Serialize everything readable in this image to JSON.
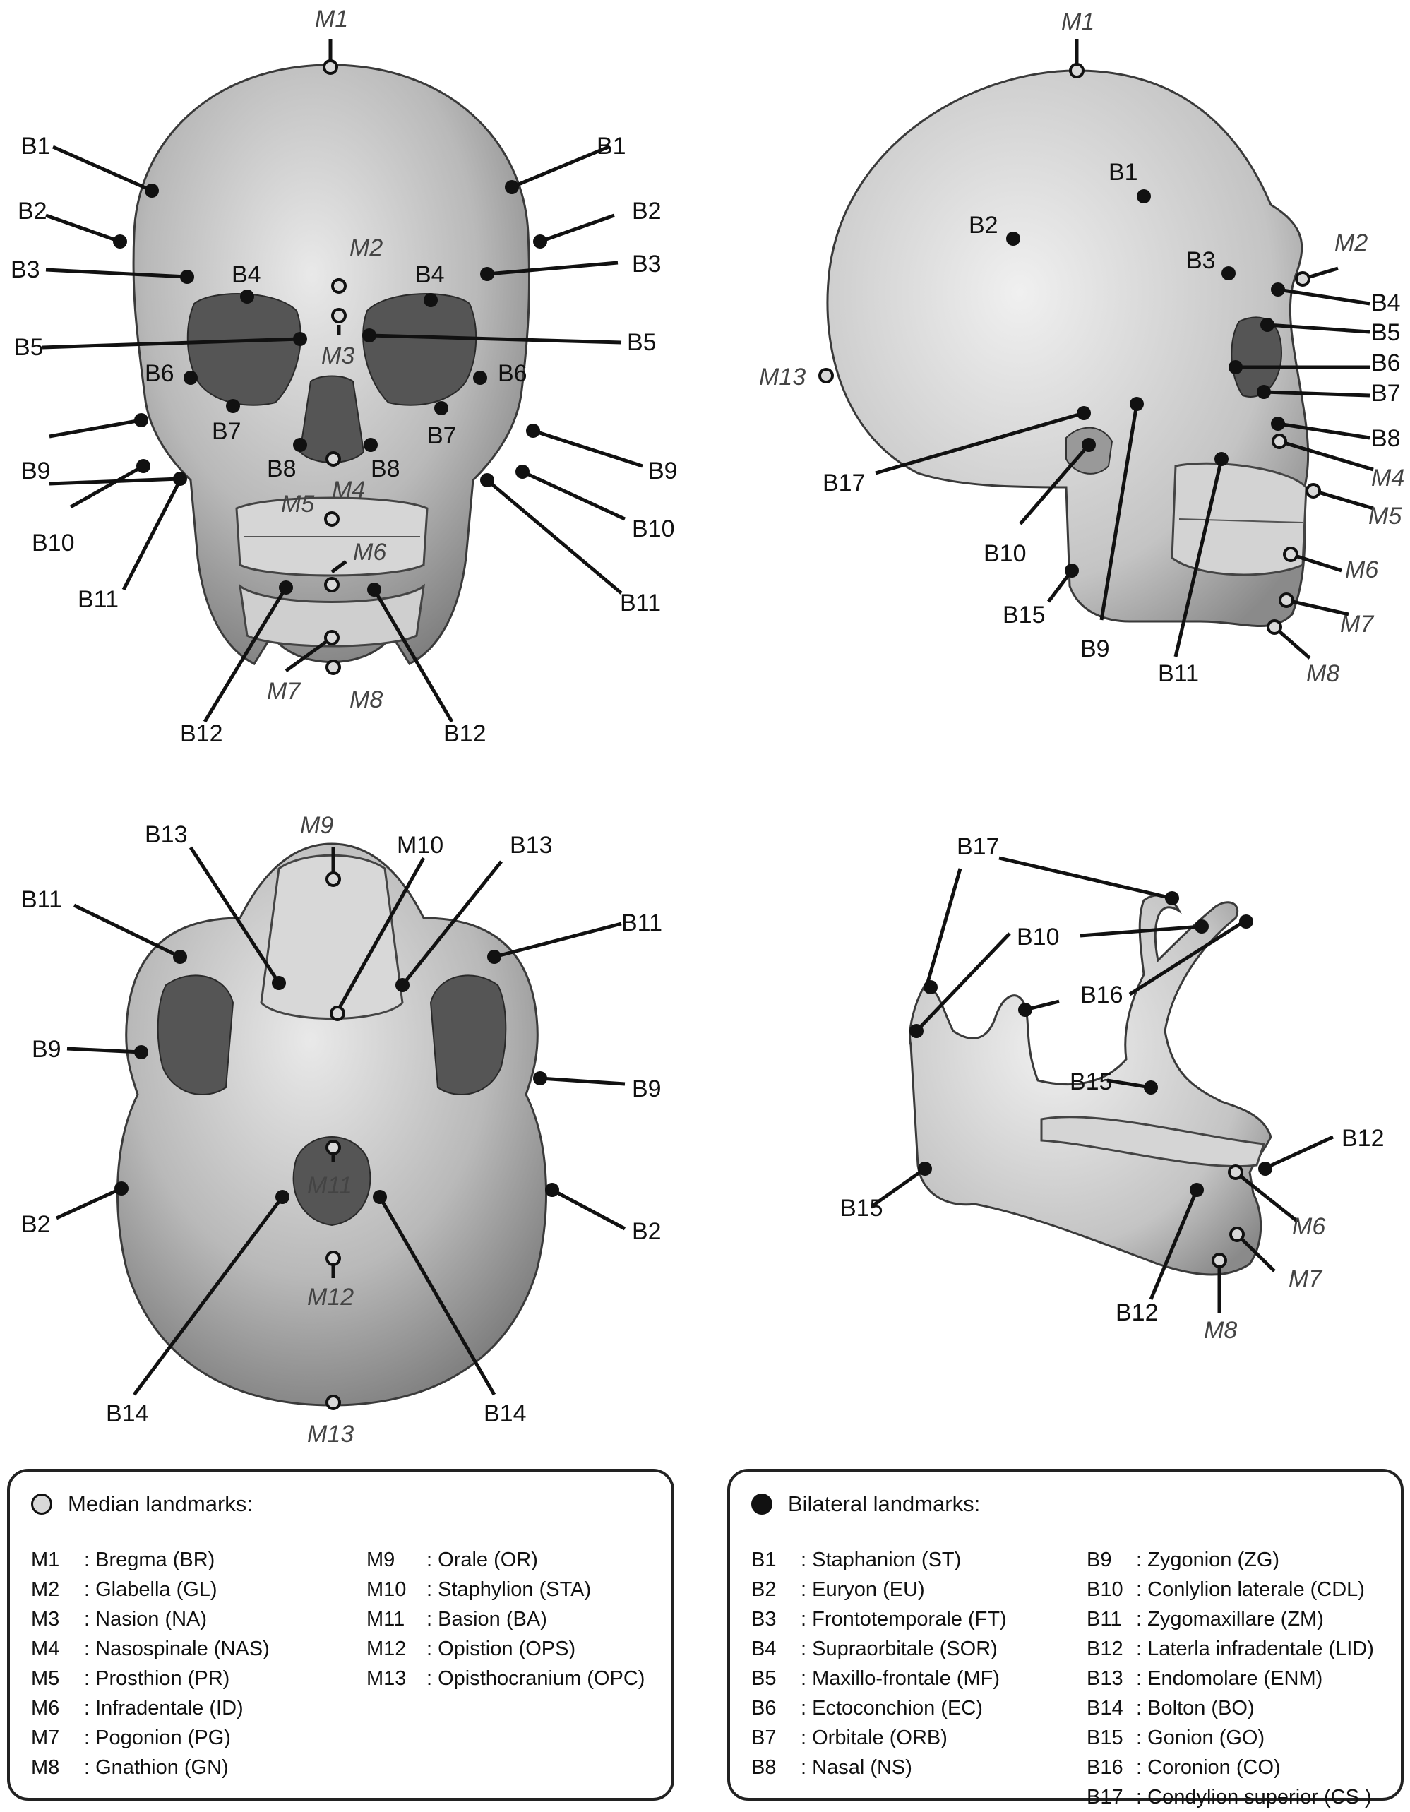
{
  "views": {
    "frontal": {
      "median": [
        {
          "id": "M1",
          "label": "M1"
        },
        {
          "id": "M2",
          "label": "M2"
        },
        {
          "id": "M3",
          "label": "M3"
        },
        {
          "id": "M4",
          "label": "M4"
        },
        {
          "id": "M5",
          "label": "M5"
        },
        {
          "id": "M6",
          "label": "M6"
        },
        {
          "id": "M7",
          "label": "M7"
        },
        {
          "id": "M8",
          "label": "M8"
        }
      ],
      "bilateral": [
        "B1",
        "B2",
        "B3",
        "B4",
        "B5",
        "B6",
        "B7",
        "B8",
        "B9",
        "B10",
        "B11",
        "B12"
      ]
    },
    "lateral": {
      "median": [
        "M1",
        "M2",
        "M4",
        "M5",
        "M6",
        "M7",
        "M8",
        "M13"
      ],
      "bilateral": [
        "B1",
        "B2",
        "B3",
        "B4",
        "B5",
        "B6",
        "B7",
        "B8",
        "B9",
        "B10",
        "B11",
        "B15",
        "B17"
      ]
    },
    "inferior": {
      "median": [
        "M9",
        "M10",
        "M11",
        "M12",
        "M13"
      ],
      "bilateral": [
        "B2",
        "B9",
        "B11",
        "B13",
        "B14"
      ]
    },
    "mandible": {
      "median": [
        "M6",
        "M7",
        "M8"
      ],
      "bilateral": [
        "B10",
        "B12",
        "B15",
        "B16",
        "B17"
      ]
    }
  },
  "legend_median": {
    "title": "Median landmarks:",
    "swatch_color": "#d9d9d9",
    "col1": [
      {
        "code": "M1",
        "name": "Bregma (BR)"
      },
      {
        "code": "M2",
        "name": "Glabella (GL)"
      },
      {
        "code": "M3",
        "name": "Nasion (NA)"
      },
      {
        "code": "M4",
        "name": "Nasospinale (NAS)"
      },
      {
        "code": "M5",
        "name": "Prosthion (PR)"
      },
      {
        "code": "M6",
        "name": "Infradentale (ID)"
      },
      {
        "code": "M7",
        "name": "Pogonion (PG)"
      },
      {
        "code": "M8",
        "name": "Gnathion (GN)"
      }
    ],
    "col2": [
      {
        "code": "M9",
        "name": "Orale (OR)"
      },
      {
        "code": "M10",
        "name": "Staphylion (STA)"
      },
      {
        "code": "M11",
        "name": "Basion (BA)"
      },
      {
        "code": "M12",
        "name": "Opistion (OPS)"
      },
      {
        "code": "M13",
        "name": "Opisthocranium (OPC)"
      }
    ]
  },
  "legend_bilateral": {
    "title": "Bilateral landmarks:",
    "swatch_color": "#111111",
    "col1": [
      {
        "code": "B1",
        "name": "Staphanion (ST)"
      },
      {
        "code": "B2",
        "name": "Euryon (EU)"
      },
      {
        "code": "B3",
        "name": "Frontotemporale (FT)"
      },
      {
        "code": "B4",
        "name": "Supraorbitale (SOR)"
      },
      {
        "code": "B5",
        "name": "Maxillo-frontale (MF)"
      },
      {
        "code": "B6",
        "name": "Ectoconchion (EC)"
      },
      {
        "code": "B7",
        "name": "Orbitale (ORB)"
      },
      {
        "code": "B8",
        "name": "Nasal (NS)"
      }
    ],
    "col2": [
      {
        "code": "B9",
        "name": "Zygonion (ZG)"
      },
      {
        "code": "B10",
        "name": "Conlylion laterale (CDL)"
      },
      {
        "code": "B11",
        "name": "Zygomaxillare (ZM)"
      },
      {
        "code": "B12",
        "name": "Laterla infradentale (LID)"
      },
      {
        "code": "B13",
        "name": "Endomolare (ENM)"
      },
      {
        "code": "B14",
        "name": "Bolton (BO)"
      },
      {
        "code": "B15",
        "name": "Gonion (GO)"
      },
      {
        "code": "B16",
        "name": "Coronion (CO)"
      },
      {
        "code": "B17",
        "name": "Condylion superior (CS )"
      }
    ]
  }
}
